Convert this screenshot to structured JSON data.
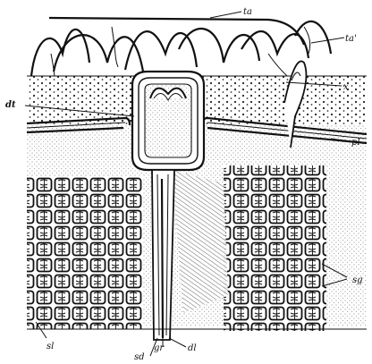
{
  "figure": {
    "labels": {
      "ta": "ta",
      "ta_prime": "ta'",
      "x": "x",
      "dt": "dt",
      "pl": "pl",
      "sg": "sg",
      "sl": "sl",
      "sd": "sd",
      "gr": "gr",
      "dl": "dl"
    }
  }
}
